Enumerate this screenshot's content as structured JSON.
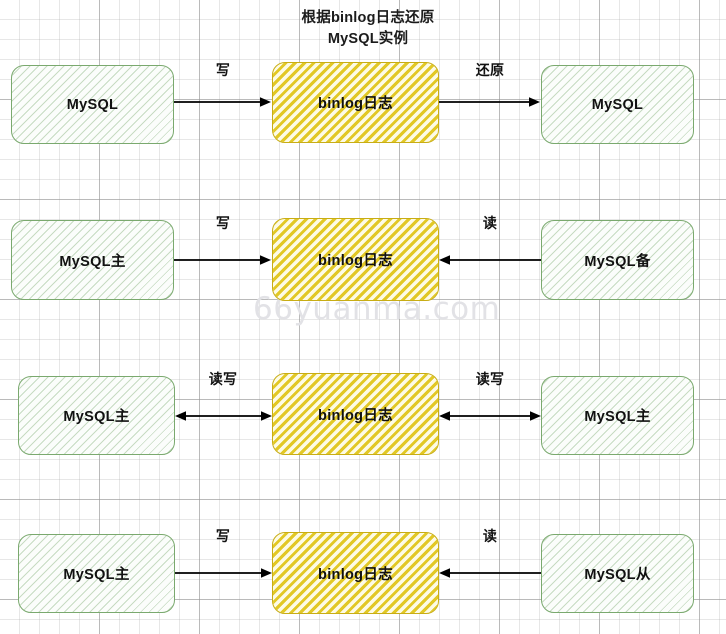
{
  "diagram": {
    "title": "根据binlog日志还原\nMySQL实例",
    "title_line1": "根据binlog日志还原",
    "title_line2": "MySQL实例",
    "watermark": "66yuanma.com",
    "colors": {
      "green_border": "#7aa96e",
      "green_fill": "#fbfdfb",
      "yellow_border": "#c8ad15",
      "yellow_fill": "#fdfbe6",
      "arrow": "#000000",
      "text": "#111111",
      "grid": "#c8c8c8",
      "watermark": "#e2e2e6"
    },
    "rows": [
      {
        "id": "row-restore",
        "left_node": "MySQL",
        "center_node": "binlog日志",
        "right_node": "MySQL",
        "left_edge_label": "写",
        "right_edge_label": "还原",
        "left_edge_direction": "right",
        "right_edge_direction": "right"
      },
      {
        "id": "row-master-standby",
        "left_node": "MySQL主",
        "center_node": "binlog日志",
        "right_node": "MySQL备",
        "left_edge_label": "写",
        "right_edge_label": "读",
        "left_edge_direction": "right",
        "right_edge_direction": "left"
      },
      {
        "id": "row-dual-master",
        "left_node": "MySQL主",
        "center_node": "binlog日志",
        "right_node": "MySQL主",
        "left_edge_label": "读写",
        "right_edge_label": "读写",
        "left_edge_direction": "both",
        "right_edge_direction": "both"
      },
      {
        "id": "row-master-slave",
        "left_node": "MySQL主",
        "center_node": "binlog日志",
        "right_node": "MySQL从",
        "left_edge_label": "写",
        "right_edge_label": "读",
        "left_edge_direction": "right",
        "right_edge_direction": "left"
      }
    ]
  }
}
